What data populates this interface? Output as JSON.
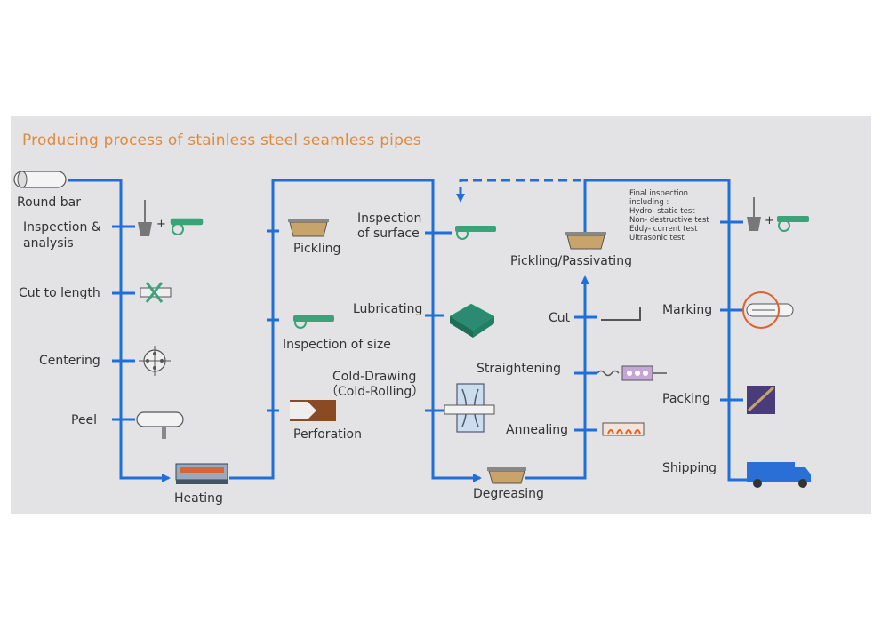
{
  "title": "Producing process of stainless steel seamless pipes",
  "colors": {
    "flow_line": "#1e6fd9",
    "title": "#e08a3c",
    "panel": "#e3e3e5"
  },
  "column1": {
    "round_bar": "Round bar",
    "inspection_1": "Inspection &",
    "inspection_2": "analysis",
    "cut_to_length": "Cut  to length",
    "centering": "Centering",
    "peel": "Peel",
    "heating": "Heating"
  },
  "column2": {
    "pickling": "Pickling",
    "inspection_of_size": "Inspection  of size",
    "perforation": "Perforation"
  },
  "column3": {
    "inspection_surface_1": "Inspection",
    "inspection_surface_2": "of surface",
    "lubricating": "Lubricating",
    "cold_drawing": "Cold-Drawing",
    "cold_rolling": "（Cold-Rolling）",
    "degreasing": "Degreasing"
  },
  "column4": {
    "pickling_passivating": "Pickling/Passivating",
    "cut": "Cut",
    "straightening": "Straightening",
    "annealing": "Annealing"
  },
  "column5": {
    "final_inspection_lines": [
      "Final  inspection",
      "including :",
      "Hydro- static test",
      "Non- destructive test",
      "Eddy- current test",
      "Ultrasonic  test"
    ],
    "marking": "Marking",
    "packing": "Packing",
    "shipping": "Shipping"
  },
  "icons": [
    "round-bar-icon",
    "inspection-tool-icon",
    "cut-tool-icon",
    "centering-icon",
    "peel-icon",
    "heating-furnace-icon",
    "pickling-tank-icon",
    "perforation-icon",
    "lubricating-icon",
    "cold-drawing-icon",
    "straightening-icon",
    "annealing-icon",
    "cut-pipe-icon",
    "marking-icon",
    "packing-icon",
    "truck-icon"
  ]
}
